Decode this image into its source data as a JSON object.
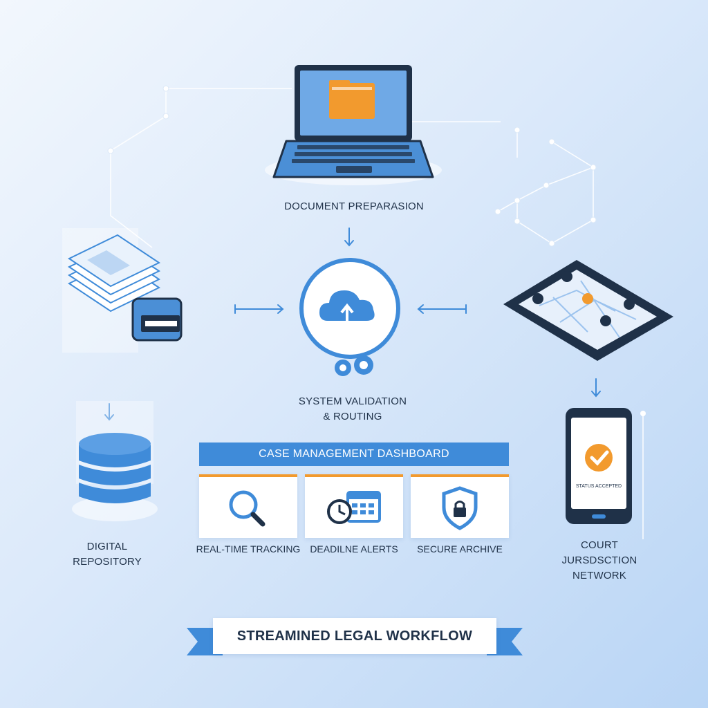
{
  "nodes": {
    "document_preparation": "DOCUMENT PREPARASION",
    "system_validation_line1": "SYSTEM VALIDATION",
    "system_validation_line2": "& ROUTING",
    "digital_repository_line1": "DIGITAL",
    "digital_repository_line2": "REPOSITORY",
    "court_network_line1": "COURT",
    "court_network_line2": "JURSDSCTION",
    "court_network_line3": "NETWORK"
  },
  "dashboard": {
    "title": "CASE MANAGEMENT DASHBOARD",
    "cards": [
      {
        "label": "REAL-TIME TRACKING",
        "icon": "magnifier-icon"
      },
      {
        "label": "DEADILNE ALERTS",
        "icon": "clock-calendar-icon"
      },
      {
        "label": "SECURE ARCHIVE",
        "icon": "shield-lock-icon"
      }
    ]
  },
  "phone": {
    "status": "STATUS ACCEPTED"
  },
  "banner": {
    "title": "STREAMINED LEGAL WORKFLOW"
  },
  "colors": {
    "primary_blue": "#3f8bd9",
    "dark_navy": "#1f3148",
    "accent_orange": "#f29a2e"
  }
}
